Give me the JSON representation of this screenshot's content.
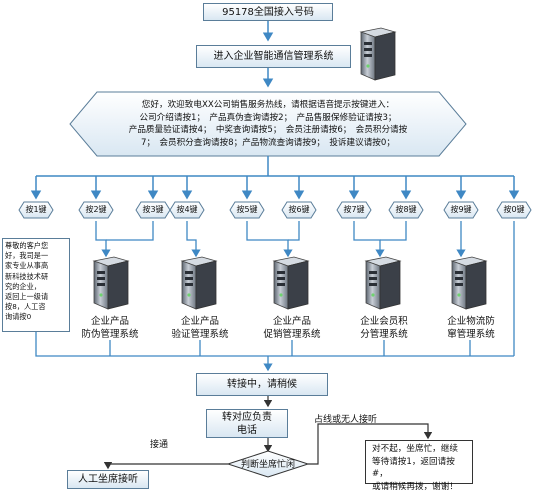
{
  "top_box": "95178全国接入号码",
  "system_box": "进入企业智能通信管理系统",
  "welcome_lines": [
    "您好，欢迎致电XX公司销售服务热线，请根据语音提示按键进入：",
    "公司介绍请按1；　产品真伪查询请按2；　产品售服保修验证请按3；",
    "产品质量验证请按4；　中奖查询请按5；　会员注册请按6；　会员积分请按",
    "7；　会员积分查询请按8；产品物流查询请按9；　投诉建议请按0；"
  ],
  "keys": [
    "按1键",
    "按2键",
    "按3键",
    "按4键",
    "按5键",
    "按6键",
    "按7键",
    "按8键",
    "按9键",
    "按0键"
  ],
  "key1_note": [
    "尊敬的客户您",
    "好，我司是一",
    "家专业从事高",
    "新科技技术研",
    "究的企业，",
    "返回上一级请",
    "按8，人工咨",
    "询请按0"
  ],
  "systems": [
    {
      "line1": "企业产品",
      "line2": "防伪管理系统"
    },
    {
      "line1": "企业产品",
      "line2": "验证管理系统"
    },
    {
      "line1": "企业产品",
      "line2": "促销管理系统"
    },
    {
      "line1": "企业会员积",
      "line2": "分管理系统"
    },
    {
      "line1": "企业物流防",
      "line2": "窜管理系统"
    }
  ],
  "transfer_box": "转接中，请稍候",
  "agent_box_line1": "转对应负责",
  "agent_box_line2": "电话",
  "decision": "判断坐席忙闲",
  "connected_label": "接通",
  "manual_box": "人工坐席接听",
  "busy_label": "占线或无人接听",
  "busy_text": [
    "对不起，坐席忙，继续",
    "等待请按1，返回请按#，",
    "或请稍候再拨，谢谢！"
  ],
  "colors": {
    "border": "#5a7d99",
    "arrow": "#3f88c4",
    "fill_top": "#ffffff",
    "fill_bottom": "#d9e7f2"
  }
}
